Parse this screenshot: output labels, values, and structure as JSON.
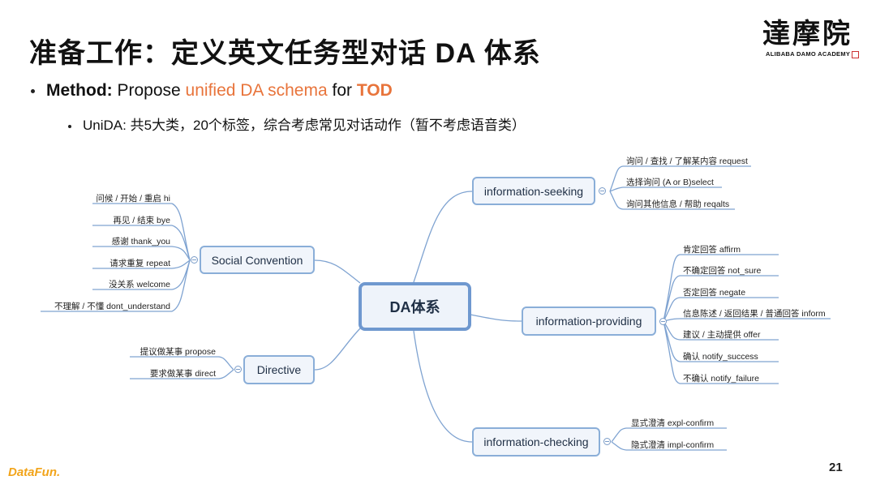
{
  "title": "准备工作：定义英文任务型对话 DA 体系",
  "logo": {
    "cn": "達摩院",
    "en": "ALIBABA DAMO ACADEMY"
  },
  "bullet1": {
    "prefix": "Method:",
    "t1": " Propose ",
    "t2": "unified DA schema",
    "t3": " for ",
    "t4": "TOD"
  },
  "bullet2": "UniDA: 共5大类，20个标签，综合考虑常见对话动作（暂不考虑语音类）",
  "mindmap": {
    "center": "DA体系",
    "categories": {
      "social": {
        "label": "Social Convention",
        "leaves": [
          "问候 / 开始 / 重启 hi",
          "再见 / 结束 bye",
          "感谢 thank_you",
          "请求重复 repeat",
          "没关系 welcome",
          "不理解 / 不懂  dont_understand"
        ]
      },
      "directive": {
        "label": "Directive",
        "leaves": [
          "提议做某事 propose",
          "要求做某事 direct"
        ]
      },
      "seeking": {
        "label": "information-seeking",
        "leaves": [
          "询问 / 查找 / 了解某内容 request",
          "选择询问 (A or B)select",
          "询问其他信息 / 帮助 reqalts"
        ]
      },
      "providing": {
        "label": "information-providing",
        "leaves": [
          "肯定回答 affirm",
          "不确定回答 not_sure",
          "否定回答 negate",
          "信息陈述 / 返回结果 / 普通回答 inform",
          "建议 / 主动提供 offer",
          "确认 notify_success",
          "不确认 notify_failure"
        ]
      },
      "checking": {
        "label": "information-checking",
        "leaves": [
          "显式澄清 expl-confirm",
          "隐式澄清 impl-confirm"
        ]
      }
    }
  },
  "footer": {
    "brand": "DataFun.",
    "page": "21"
  },
  "colors": {
    "accent": "#e8743b",
    "line": "#7fa3d1",
    "node_border": "#8aaed8",
    "brand": "#f2a41a"
  }
}
